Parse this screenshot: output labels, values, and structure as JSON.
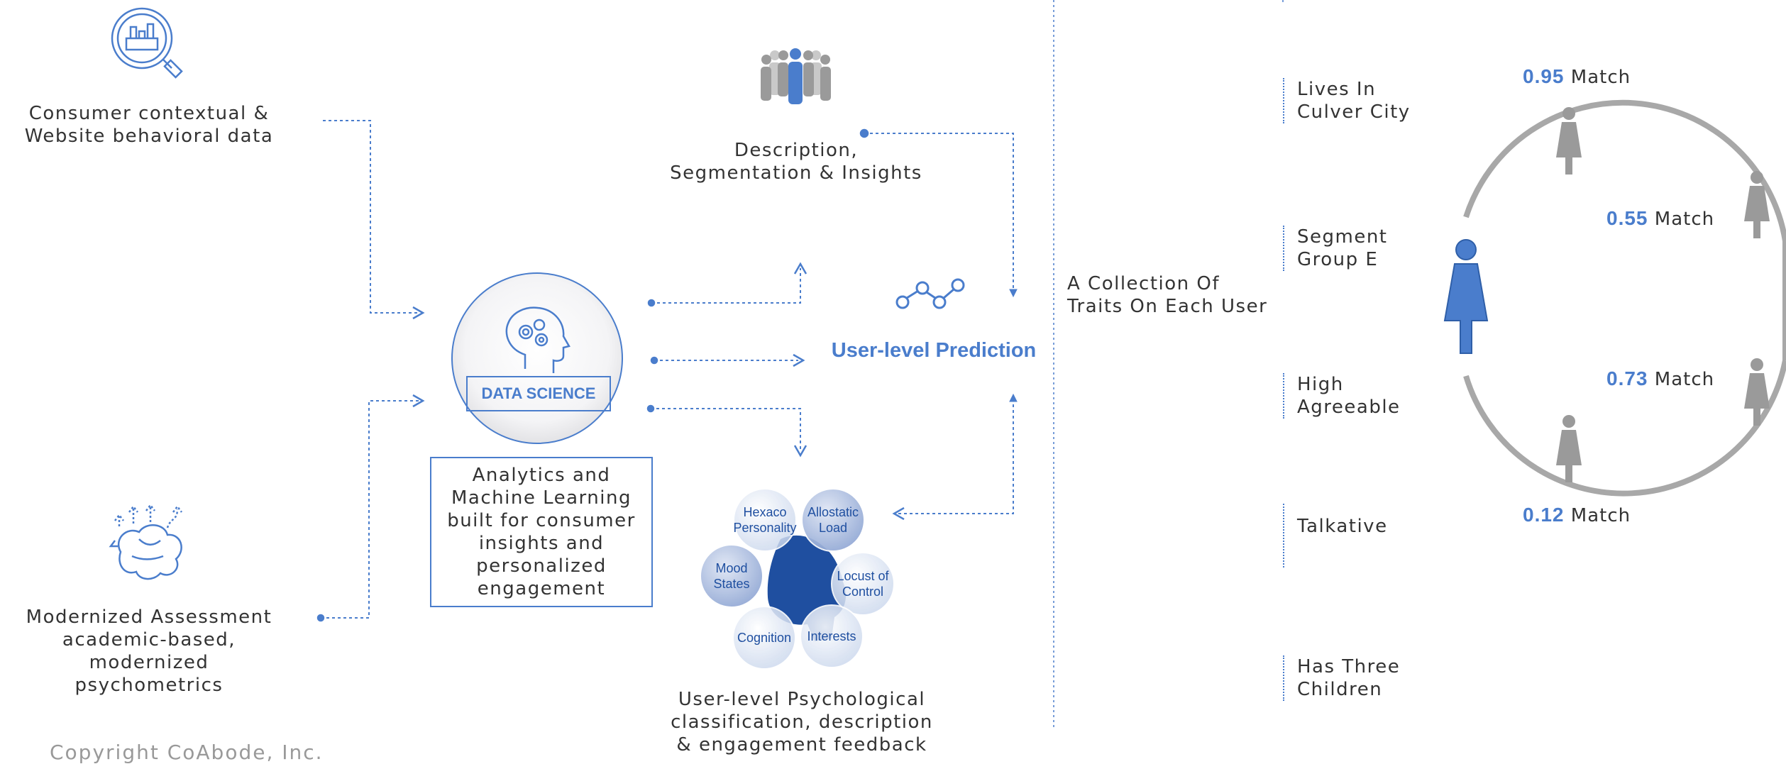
{
  "inputs": {
    "consumer_data": "Consumer contextual &\nWebsite behavioral data",
    "assessment": "Modernized Assessment\nacademic-based, modernized\npsychometrics"
  },
  "core": {
    "data_science_label": "DATA SCIENCE",
    "analytics_text": "Analytics and\nMachine Learning\nbuilt for consumer\ninsights and\npersonalized\nengagement"
  },
  "outputs": {
    "description": "Description,\nSegmentation & Insights",
    "prediction_title": "User-level Prediction",
    "psych_caption": "User-level Psychological\nclassification, description\n& engagement feedback"
  },
  "psych_traits": [
    "Hexaco\nPersonality",
    "Allostatic\nLoad",
    "Locust of\nControl",
    "Interests",
    "Cognition",
    "Mood\nStates"
  ],
  "traits": {
    "heading": "A Collection Of\nTraits On Each User",
    "items": [
      "Lives In\nCulver City",
      "Segment\nGroup E",
      "High\nAgreeable",
      "Talkative",
      "Has Three\nChildren"
    ]
  },
  "matches": [
    {
      "score": "0.95",
      "label": "Match"
    },
    {
      "score": "0.55",
      "label": "Match"
    },
    {
      "score": "0.73",
      "label": "Match"
    },
    {
      "score": "0.12",
      "label": "Match"
    }
  ],
  "copyright": "Copyright CoAbode, Inc.",
  "colors": {
    "accent": "#4a7dcc",
    "dark_blue": "#1f4fa0",
    "gray_figure": "#9a9a9a",
    "text": "#333333"
  },
  "icons": [
    "analytics-search-icon",
    "brain-arrows-icon",
    "people-group-icon",
    "head-gears-icon",
    "network-nodes-icon",
    "person-female-icon"
  ]
}
